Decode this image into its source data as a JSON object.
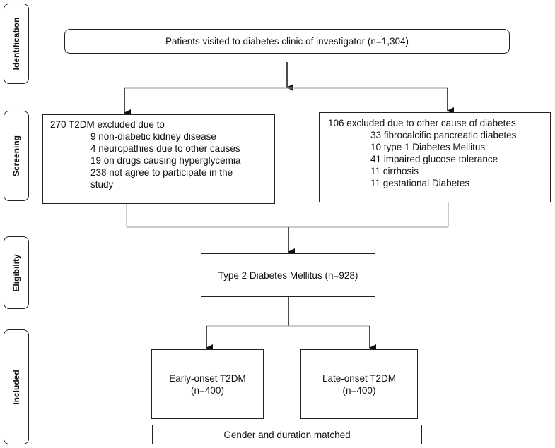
{
  "stages": {
    "identification": "Identification",
    "screening": "Screening",
    "eligibility": "Eligibility",
    "included": "Included"
  },
  "identification_box": "Patients visited to diabetes clinic of investigator (n=1,304)",
  "left_exclusion": {
    "heading": "270 T2DM excluded due to",
    "items": [
      "9 non-diabetic kidney disease",
      "4 neuropathies due to other causes",
      "19 on drugs causing hyperglycemia",
      "238 not agree to participate in the",
      "study"
    ]
  },
  "right_exclusion": {
    "heading": "106 excluded due to other cause of diabetes",
    "items": [
      "33 fibrocalcific pancreatic diabetes",
      "10 type 1 Diabetes Mellitus",
      "41 impaired glucose tolerance",
      "11 cirrhosis",
      "11 gestational Diabetes"
    ]
  },
  "eligibility_box": "Type 2 Diabetes Mellitus (n=928)",
  "early_onset": {
    "label": "Early-onset T2DM",
    "n": "(n=400)"
  },
  "late_onset": {
    "label": "Late-onset T2DM",
    "n": "(n=400)"
  },
  "matched_box": "Gender and duration matched"
}
